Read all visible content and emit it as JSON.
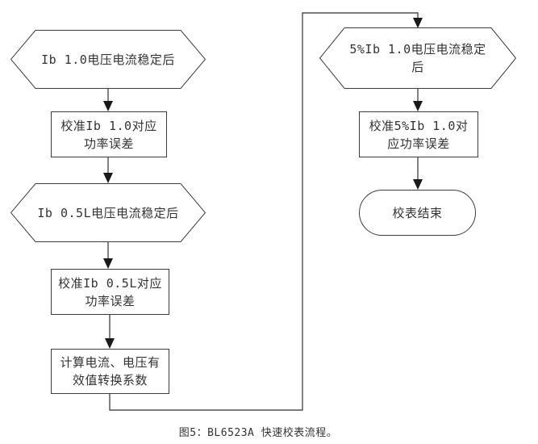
{
  "figure": {
    "caption": "图5：BL6523A 快速校表流程。"
  },
  "flowchart": {
    "title": "BL6523A 快速校表流程",
    "colors": {
      "stroke": "#3c3c3c",
      "text": "#333333",
      "background": "#ffffff"
    },
    "nodes": {
      "hex_ib10": {
        "type": "preparation",
        "label": "Ib 1.0电压电流稳定后"
      },
      "rect_cal_ib10": {
        "type": "process",
        "label": "校准Ib 1.0对应\n功率误差"
      },
      "hex_ib05l": {
        "type": "preparation",
        "label": "Ib 0.5L电压电流稳定后"
      },
      "rect_cal_ib05l": {
        "type": "process",
        "label": "校准Ib 0.5L对应\n功率误差"
      },
      "rect_calc_coeff": {
        "type": "process",
        "label": "计算电流、电压有\n效值转换系数"
      },
      "hex_5pctib10": {
        "type": "preparation",
        "label": "5%Ib 1.0电压电流稳定\n后"
      },
      "rect_cal_5pct": {
        "type": "process",
        "label": "校准5%Ib 1.0对\n应功率误差"
      },
      "term_end": {
        "type": "terminator",
        "label": "校表结束"
      }
    },
    "edges": [
      "hex_ib10 -> rect_cal_ib10",
      "rect_cal_ib10 -> hex_ib05l",
      "hex_ib05l -> rect_cal_ib05l",
      "rect_cal_ib05l -> rect_calc_coeff",
      "rect_calc_coeff -> hex_5pctib10",
      "hex_5pctib10 -> rect_cal_5pct",
      "rect_cal_5pct -> term_end"
    ]
  }
}
